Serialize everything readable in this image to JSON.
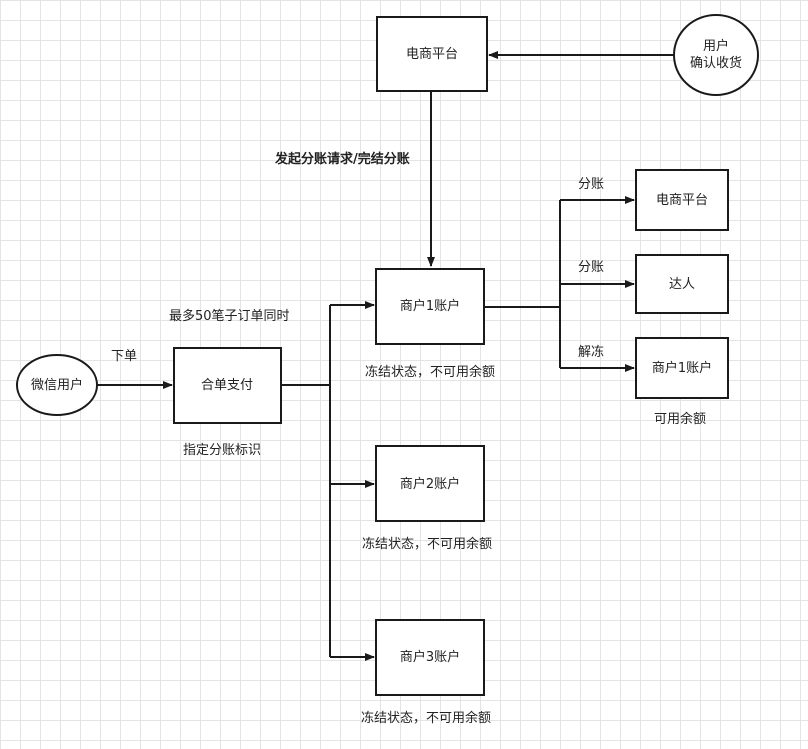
{
  "nodes": {
    "wechat_user": "微信用户",
    "merge_pay": "合单支付",
    "platform_top": "电商平台",
    "user_confirm_line1": "用户",
    "user_confirm_line2": "确认收货",
    "merchant1": "商户1账户",
    "merchant2": "商户2账户",
    "merchant3": "商户3账户",
    "platform_right": "电商平台",
    "influencer": "达人",
    "merchant1_right": "商户1账户"
  },
  "labels": {
    "place_order": "下单",
    "max_orders": "最多50笔子订单同时",
    "split_flag": "指定分账标识",
    "initiate_split": "发起分账请求/完结分账",
    "frozen1": "冻结状态，不可用余额",
    "frozen2": "冻结状态，不可用余额",
    "frozen3": "冻结状态，不可用余额",
    "split1": "分账",
    "split2": "分账",
    "unfreeze": "解冻",
    "available": "可用余额"
  },
  "colors": {
    "stroke": "#1a1a1a",
    "grid": "#e4e4e4"
  }
}
